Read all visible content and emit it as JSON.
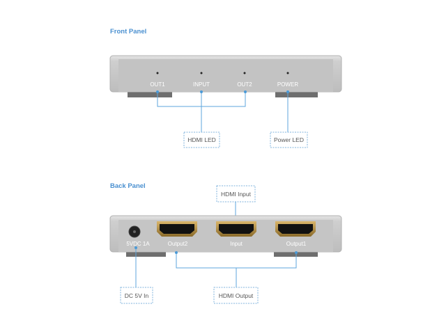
{
  "front_panel": {
    "title": "Front Panel",
    "leds": [
      "OUT1",
      "INPUT",
      "OUT2",
      "POWER"
    ],
    "callouts": {
      "hdmi_led": "HDMI LED",
      "power_led": "Power LED"
    }
  },
  "back_panel": {
    "title": "Back Panel",
    "port_labels": {
      "dc": "5VDC 1A",
      "output2": "Output2",
      "input": "Input",
      "output1": "Output1"
    },
    "callouts": {
      "hdmi_input": "HDMI Input",
      "dc_in": "DC 5V In",
      "hdmi_output": "HDMI Output"
    }
  },
  "colors": {
    "accent": "#4a90d0",
    "callout_line": "#5ea6dc",
    "body": "#c9c9c9"
  }
}
